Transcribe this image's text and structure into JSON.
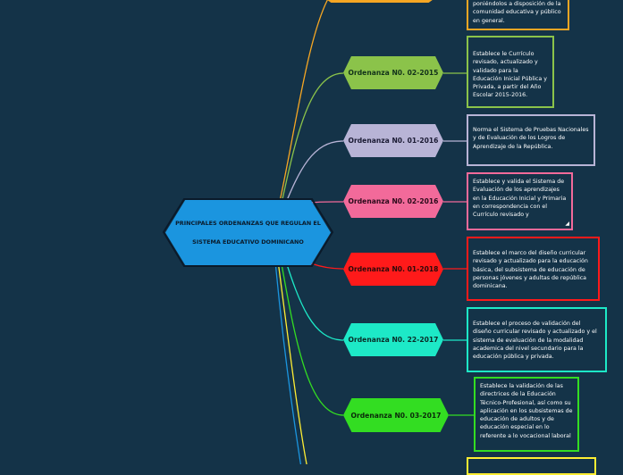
{
  "central": {
    "line1": "PRINCIPALES ORDENANZAS QUE REGULAN EL",
    "line2": "SISTEMA EDUCATIVO DOMINICANO",
    "color": "#1b95df"
  },
  "nodes": [
    {
      "label": "",
      "color": "#f5a623"
    },
    {
      "label": "Ordenanza N0. 02-2015",
      "color": "#8bc34a"
    },
    {
      "label": "Ordenanza N0. 01-2016",
      "color": "#b8b4d6"
    },
    {
      "label": "Ordenanza N0. 02-2016",
      "color": "#f26a9a"
    },
    {
      "label": "Ordenanza N0. 01-2018",
      "color": "#ff1a1a"
    },
    {
      "label": "Ordenanza N0. 22-2017",
      "color": "#1de9c7"
    },
    {
      "label": "Ordenanza N0. 03-2017",
      "color": "#33dd22"
    }
  ],
  "descriptions": [
    {
      "text": "poniéndolos a disposición de la comunidad educativa y público en general.",
      "border": "#f5a623"
    },
    {
      "text": "Establece le Currículo revisado, actualizado y validado para la Educación Inicial Pública y Privada, a partir del Año Escolar 2015-2016.",
      "border": "#8bc34a"
    },
    {
      "text": "Norma el Sistema de Pruebas Nacionales y de Evaluación de los Logros de Aprendizaje de la República.",
      "border": "#b8b4d6"
    },
    {
      "text": "Establece y valida el Sistema de Evaluación de los aprendizajes en la Educación Inicial y Primaria en correspondencia con el Currículo revisado y",
      "border": "#f26a9a"
    },
    {
      "text": "Establece el marco del diseño curricular revisado y actualizado para la educación básica, del subsistema de educación de personas jóvenes y adultas de república dominicana.",
      "border": "#ff1a1a"
    },
    {
      "text": "Establece el proceso de validación del diseño curricular revisado y actualizado y el sistema de evaluación de la modalidad academica del nivel secundario para la educación pública y privada.",
      "border": "#1de9c7"
    },
    {
      "text": "Establece la validación de las directrices de la Educación Técnico-Profesional, así como su aplicación en los subsistemas de educación de adultos y de educación especial en lo referente a lo vocacional laboral",
      "border": "#33dd22"
    },
    {
      "text": "",
      "border": "#ffee33"
    }
  ],
  "resize_icon": "resize-handle-icon"
}
